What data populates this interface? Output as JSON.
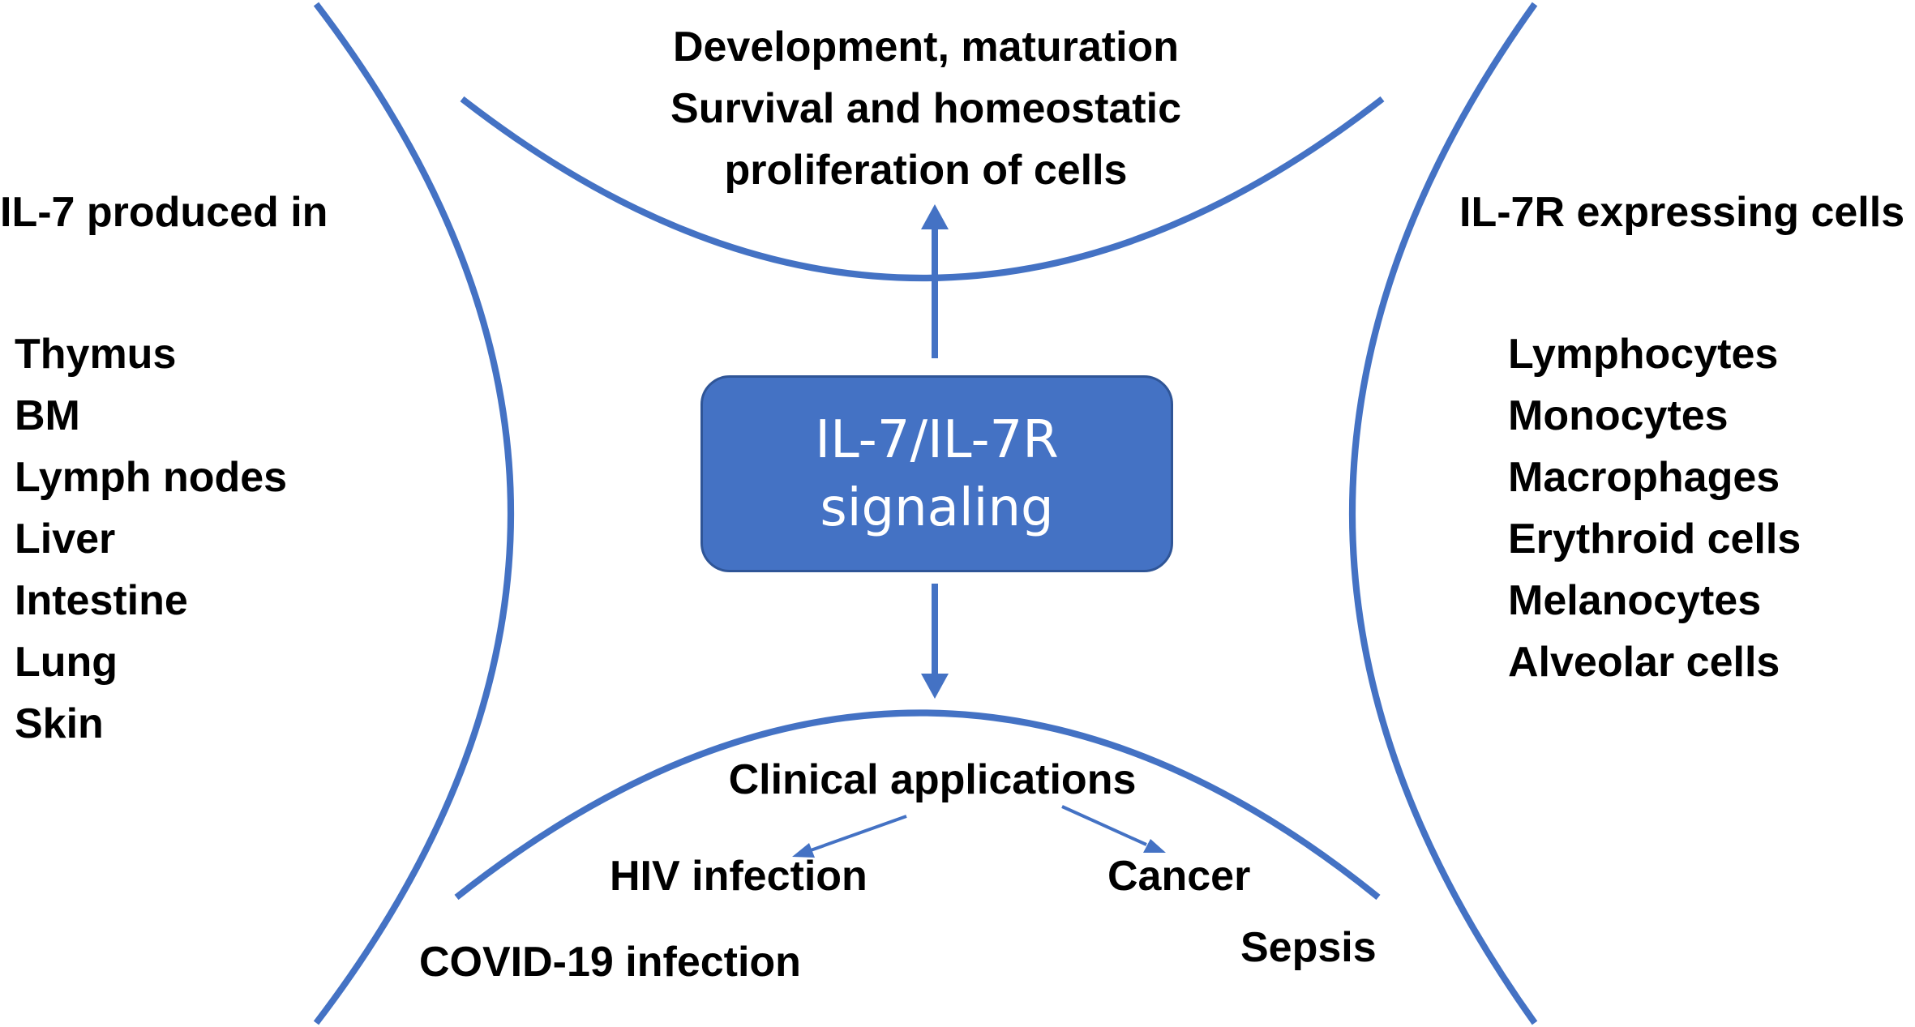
{
  "center": {
    "line1": "IL-7/IL-7R",
    "line2": "signaling"
  },
  "top": {
    "line1": "Development, maturation",
    "line2": "Survival and homeostatic",
    "line3": "proliferation of cells"
  },
  "left": {
    "heading": "IL-7 produced in",
    "items": [
      "Thymus",
      "BM",
      "Lymph nodes",
      "Liver",
      "Intestine",
      "Lung",
      "Skin"
    ]
  },
  "right": {
    "heading": "IL-7R expressing cells",
    "items": [
      "Lymphocytes",
      "Monocytes",
      "Macrophages",
      "Erythroid cells",
      "Melanocytes",
      "Alveolar cells"
    ]
  },
  "bottom": {
    "heading": "Clinical applications",
    "hiv": "HIV infection",
    "cancer": "Cancer",
    "covid": "COVID-19 infection",
    "sepsis": "Sepsis"
  },
  "colors": {
    "curve": "#4472c4",
    "box_fill": "#4472c4",
    "box_border": "#2f5597",
    "text": "#000000"
  }
}
